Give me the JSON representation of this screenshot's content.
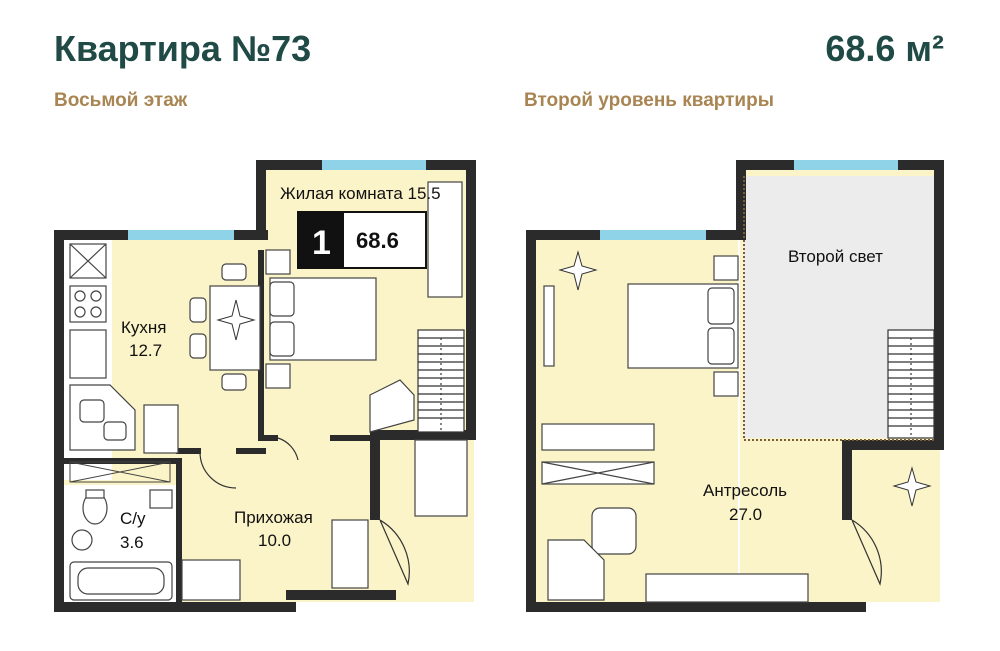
{
  "header": {
    "title": "Квартира №73",
    "total_area": "68.6 м²",
    "floor_label": "Восьмой этаж",
    "second_level_label": "Второй уровень квартиры"
  },
  "badge": {
    "rooms": "1",
    "area": "68.6"
  },
  "rooms_level1": [
    {
      "name": "Жилая комната 15.5"
    },
    {
      "name": "Кухня",
      "area": "12.7"
    },
    {
      "name": "С/у",
      "area": "3.6"
    },
    {
      "name": "Прихожая",
      "area": "10.0"
    }
  ],
  "rooms_level2": [
    {
      "name": "Второй свет"
    },
    {
      "name": "Антресоль",
      "area": "27.0"
    }
  ],
  "colors": {
    "title": "#1f4a45",
    "subtitle": "#a88552",
    "floor": "#fbf4c8",
    "wall": "#2b2b2b",
    "window": "#8fd3e8",
    "void": "#ececec"
  }
}
